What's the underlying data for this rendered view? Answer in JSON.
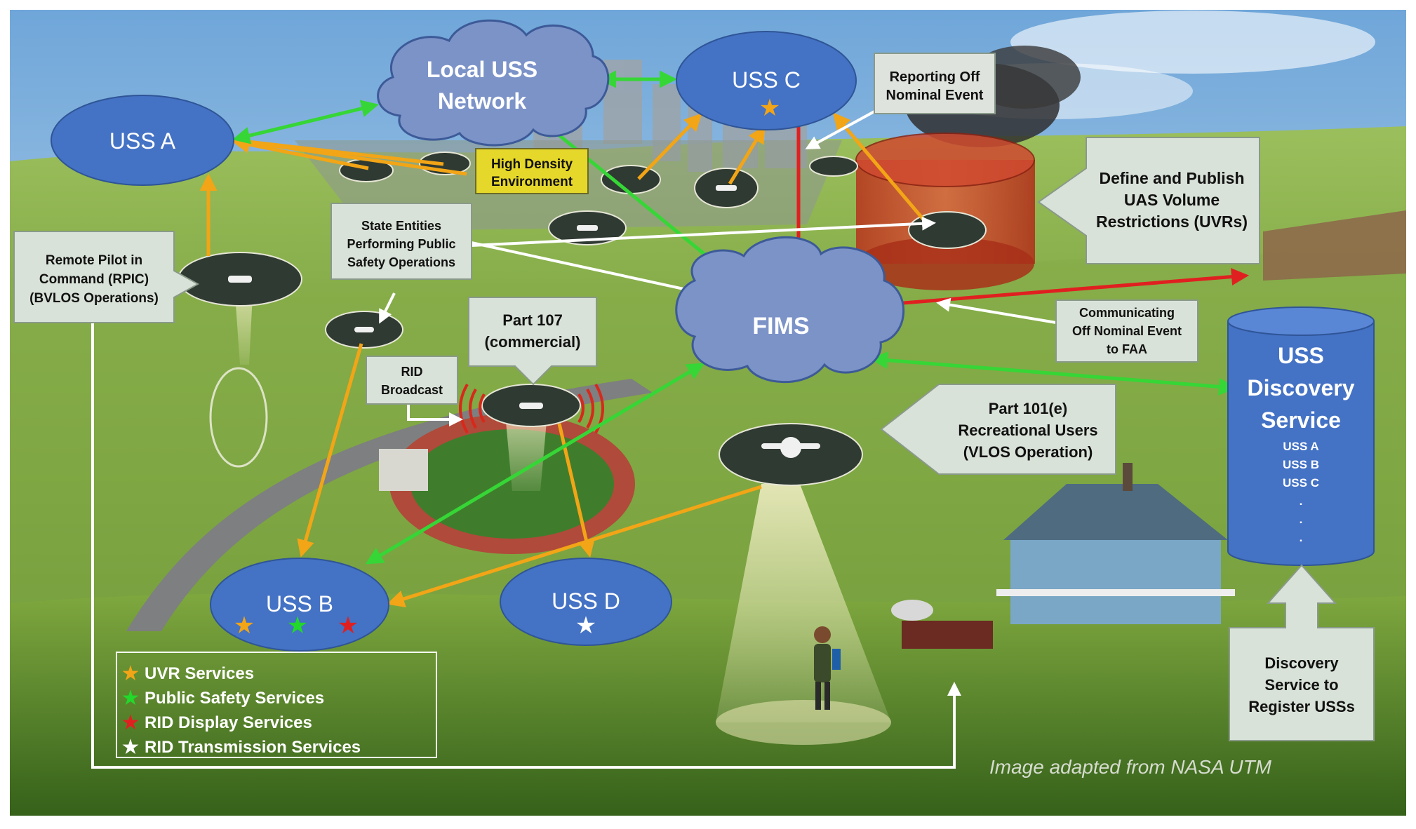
{
  "nodes": {
    "uss_a": "USS A",
    "uss_b": "USS B",
    "uss_c": "USS C",
    "uss_d": "USS D",
    "local_uss_network_line1": "Local USS",
    "local_uss_network_line2": "Network",
    "fims": "FIMS",
    "uss_discovery_line1": "USS",
    "uss_discovery_line2": "Discovery",
    "uss_discovery_line3": "Service",
    "uss_discovery_list": [
      "USS A",
      "USS B",
      "USS C",
      ".",
      ".",
      "."
    ]
  },
  "callouts": {
    "reporting_line1": "Reporting Off",
    "reporting_line2": "Nominal Event",
    "high_density_line1": "High Density",
    "high_density_line2": "Environment",
    "define_line1": "Define and Publish",
    "define_line2": "UAS Volume",
    "define_line3": "Restrictions (UVRs)",
    "rpic_line1": "Remote Pilot in",
    "rpic_line2": "Command (RPIC)",
    "rpic_line3": "(BVLOS Operations)",
    "state_line1": "State Entities",
    "state_line2": "Performing Public",
    "state_line3": "Safety Operations",
    "part107_line1": "Part 107",
    "part107_line2": "(commercial)",
    "rid_line1": "RID",
    "rid_line2": "Broadcast",
    "communicating_line1": "Communicating",
    "communicating_line2": "Off Nominal Event",
    "communicating_line3": "to FAA",
    "part101_line1": "Part 101(e)",
    "part101_line2": "Recreational Users",
    "part101_line3": "(VLOS Operation)",
    "discovery_line1": "Discovery",
    "discovery_line2": "Service to",
    "discovery_line3": "Register USSs"
  },
  "legend": [
    {
      "label": "UVR Services",
      "color": "#f2a516"
    },
    {
      "label": "Public Safety Services",
      "color": "#22d82a"
    },
    {
      "label": "RID Display Services",
      "color": "#e02020"
    },
    {
      "label": "RID Transmission Services",
      "color": "#ffffff"
    }
  ],
  "credit": "Image adapted from NASA UTM",
  "colors": {
    "node_blue": "#4472c4",
    "uvr_orange": "#f2a516",
    "public_safety_green": "#36d636",
    "rid_red": "#e02020",
    "callout_fill": "#d9e2d8",
    "high_density_yellow": "#e6d82a"
  }
}
